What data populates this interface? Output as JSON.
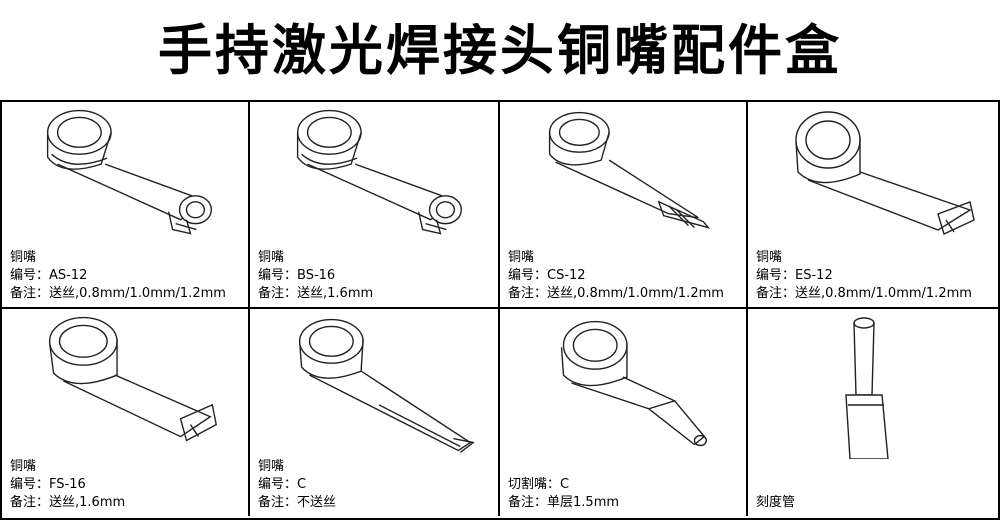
{
  "title": "手持激光焊接头铜嘴配件盒",
  "items": [
    {
      "name": "铜嘴",
      "code_label": "编号：",
      "code": "AS-12",
      "note_label": "备注：",
      "note": "送丝,0.8mm/1.0mm/1.2mm"
    },
    {
      "name": "铜嘴",
      "code_label": "编号：",
      "code": "BS-16",
      "note_label": "备注：",
      "note": "送丝,1.6mm"
    },
    {
      "name": "铜嘴",
      "code_label": "编号：",
      "code": "CS-12",
      "note_label": "备注：",
      "note": "送丝,0.8mm/1.0mm/1.2mm"
    },
    {
      "name": "铜嘴",
      "code_label": "编号：",
      "code": "ES-12",
      "note_label": "备注：",
      "note": "送丝,0.8mm/1.0mm/1.2mm"
    },
    {
      "name": "铜嘴",
      "code_label": "编号：",
      "code": "FS-16",
      "note_label": "备注：",
      "note": "送丝,1.6mm"
    },
    {
      "name": "铜嘴",
      "code_label": "编号：",
      "code": "C",
      "note_label": "备注：",
      "note": "不送丝"
    },
    {
      "name": "切割嘴：C",
      "note_label": "备注：",
      "note": "单层1.5mm"
    },
    {
      "name": "刻度管"
    }
  ]
}
